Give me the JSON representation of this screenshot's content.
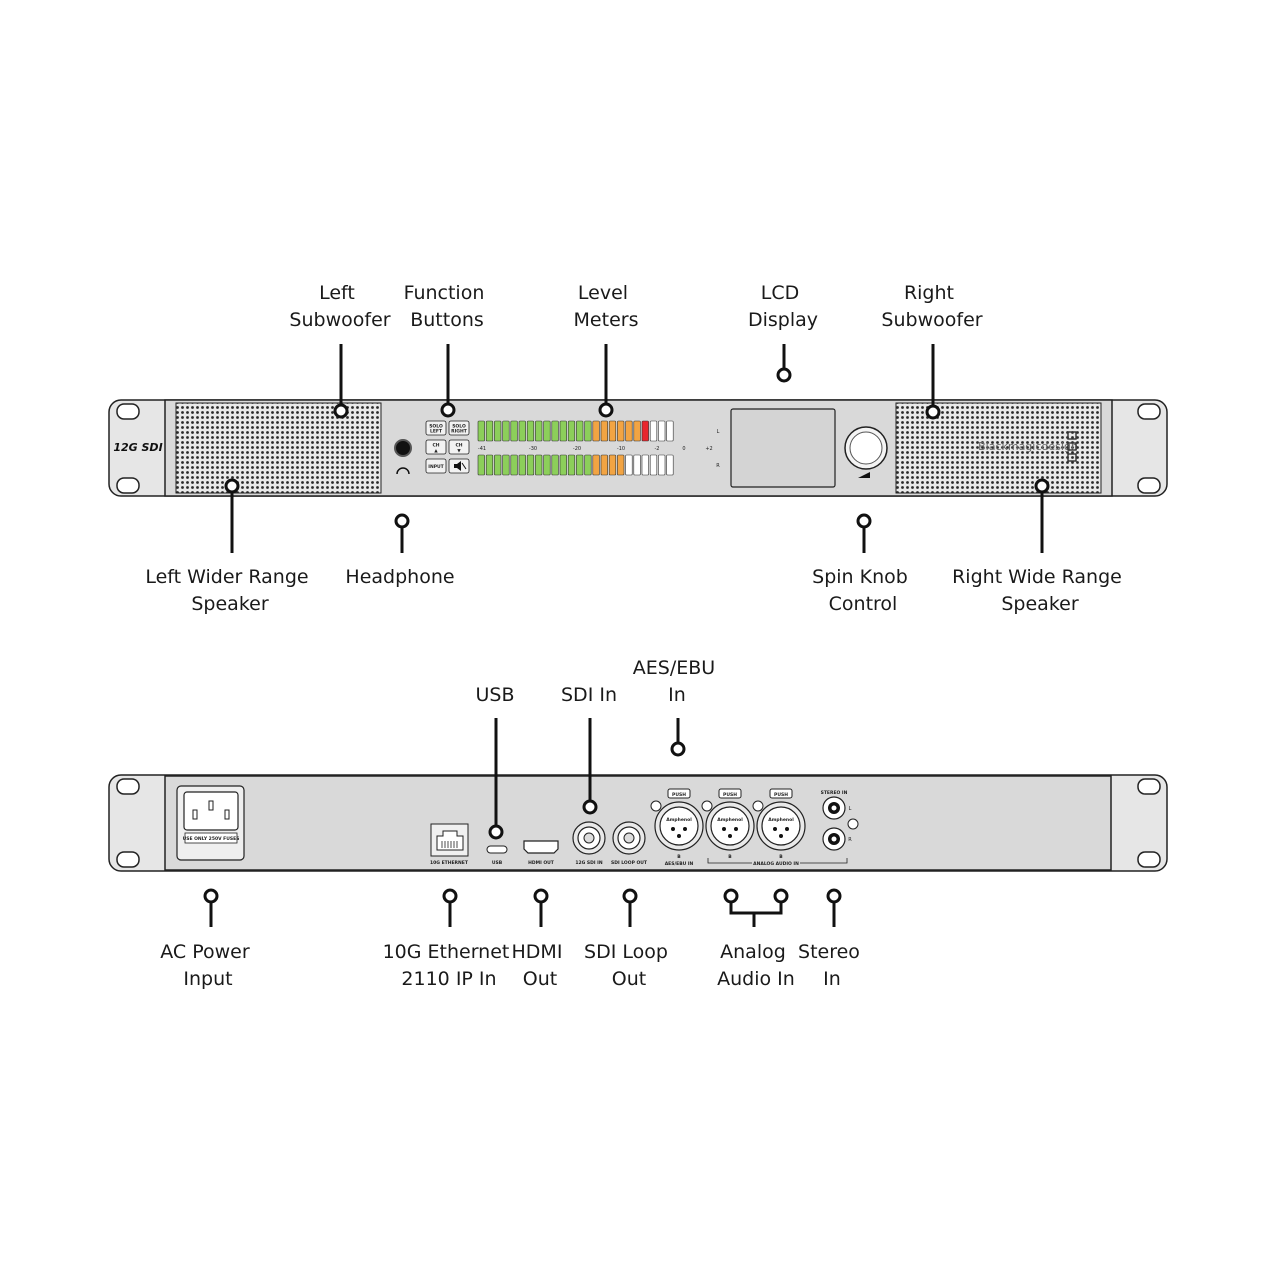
{
  "front_panel": {
    "logo": "12G SDI",
    "brand": "Blackmagicdesign",
    "buttons": {
      "solo_left": [
        "SOLO",
        "LEFT"
      ],
      "solo_right": [
        "SOLO",
        "RIGHT"
      ],
      "ch_up": [
        "CH",
        "▲"
      ],
      "ch_down": [
        "CH",
        "▼"
      ],
      "input": "INPUT",
      "mute_icon": "speaker-mute-icon"
    },
    "meter_scale": [
      "-41",
      "-30",
      "-20",
      "-10",
      "-2",
      "0",
      "+2"
    ],
    "meter_channels": [
      "L",
      "R"
    ],
    "meter_levels": {
      "L": 21,
      "R": 18
    },
    "meter_segments": 24,
    "colors": {
      "green": "#8ccf5a",
      "orange": "#f2a443",
      "red": "#e8262d",
      "off": "#ffffff"
    }
  },
  "rear_panel": {
    "ac_label": "USE ONLY 250V FUSES",
    "ethernet_label": "10G ETHERNET",
    "usb_label": "USB",
    "hdmi_label": "HDMI OUT",
    "sdi_in_label": "12G SDI IN",
    "sdi_loop_label": "SDI LOOP OUT",
    "aes_label": "AES/EBU IN",
    "analog_label": "ANALOG AUDIO IN",
    "stereo_label": "STEREO IN",
    "push_labels": [
      "PUSH",
      "PUSH",
      "PUSH"
    ],
    "amphenol": [
      "Amphenol",
      "Amphenol",
      "Amphenol"
    ],
    "stereo_channels": [
      "L",
      "R"
    ]
  },
  "callouts": {
    "left_subwoofer": [
      "Left",
      "Subwoofer"
    ],
    "function_buttons": [
      "Function",
      "Buttons"
    ],
    "level_meters": [
      "Level",
      "Meters"
    ],
    "lcd_display": [
      "LCD",
      "Display"
    ],
    "right_subwoofer": [
      "Right",
      "Subwoofer"
    ],
    "left_wider_range": [
      "Left Wider Range",
      "Speaker"
    ],
    "headphone": [
      "Headphone"
    ],
    "spin_knob": [
      "Spin Knob",
      "Control"
    ],
    "right_wide_range": [
      "Right Wide Range",
      "Speaker"
    ],
    "usb": [
      "USB"
    ],
    "sdi_in": [
      "SDI In"
    ],
    "aes_ebu": [
      "AES/EBU",
      "In"
    ],
    "ac_power": [
      "AC Power",
      "Input"
    ],
    "ethernet": [
      "10G Ethernet",
      "2110 IP In"
    ],
    "hdmi_out": [
      "HDMI",
      "Out"
    ],
    "sdi_loop": [
      "SDI Loop",
      "Out"
    ],
    "analog_audio": [
      "Analog",
      "Audio In"
    ],
    "stereo_in": [
      "Stereo",
      "In"
    ]
  }
}
